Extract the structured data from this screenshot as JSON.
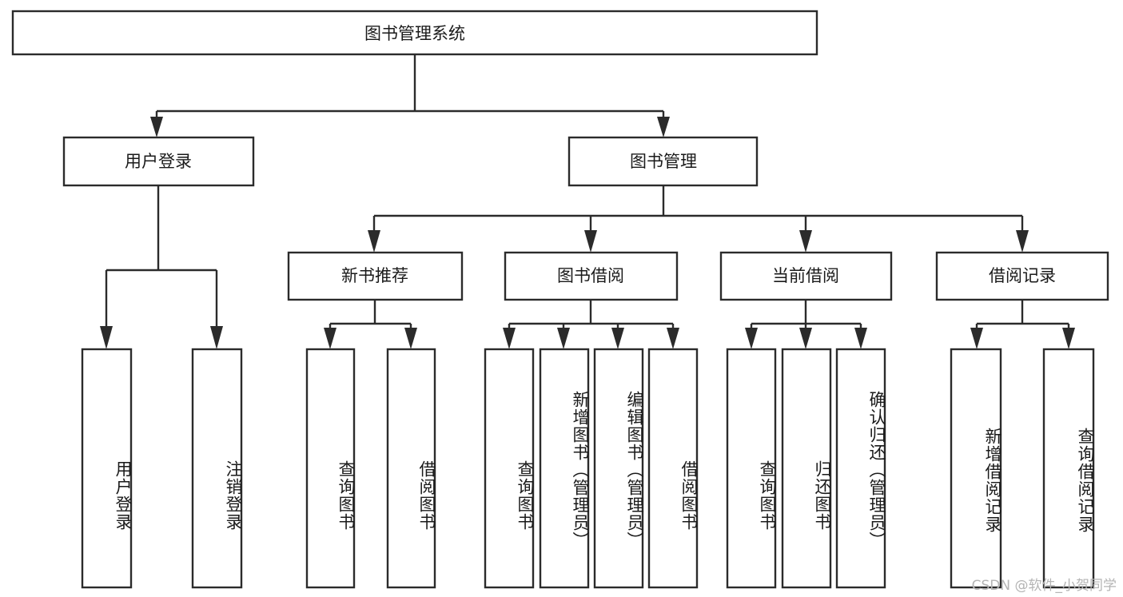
{
  "diagram": {
    "title": "图书管理系统",
    "type": "tree-hierarchy-diagram",
    "colors": {
      "box_stroke": "#2b2b2b",
      "box_fill": "#ffffff",
      "text": "#1a1a1a",
      "background": "#ffffff",
      "watermark": "#b4b4b4"
    },
    "root": {
      "label": "图书管理系统"
    },
    "level2": [
      {
        "label": "用户登录"
      },
      {
        "label": "图书管理"
      }
    ],
    "level3": [
      {
        "label": "新书推荐"
      },
      {
        "label": "图书借阅"
      },
      {
        "label": "当前借阅"
      },
      {
        "label": "借阅记录"
      }
    ],
    "leaves": {
      "user_login": [
        {
          "label": "用户登录"
        },
        {
          "label": "注销登录"
        }
      ],
      "new_book_recommend": [
        {
          "label": "查询图书"
        },
        {
          "label": "借阅图书"
        }
      ],
      "book_borrow": [
        {
          "label": "查询图书"
        },
        {
          "label": "新增图书（管理员）"
        },
        {
          "label": "编辑图书（管理员）"
        },
        {
          "label": "借阅图书"
        }
      ],
      "current_borrow": [
        {
          "label": "查询图书"
        },
        {
          "label": "归还图书"
        },
        {
          "label": "确认归还（管理员）"
        }
      ],
      "borrow_records": [
        {
          "label": "新增借阅记录"
        },
        {
          "label": "查询借阅记录"
        }
      ]
    },
    "watermark": "CSDN @软件_小贺同学"
  }
}
